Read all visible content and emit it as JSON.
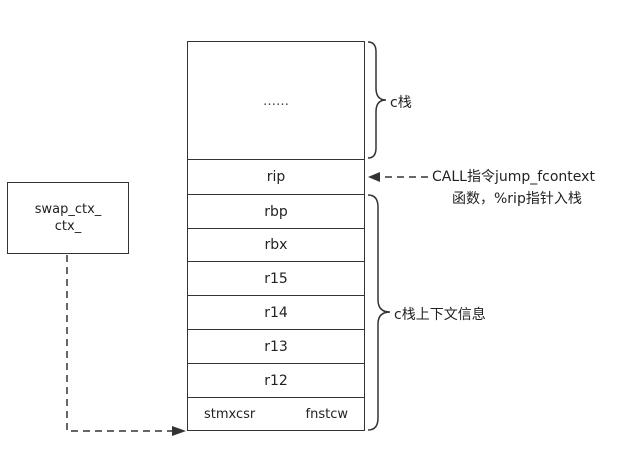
{
  "stack": {
    "top_placeholder": "……",
    "rip": "rip",
    "rbp": "rbp",
    "rbx": "rbx",
    "r15": "r15",
    "r14": "r14",
    "r13": "r13",
    "r12": "r12",
    "stmxcsr": "stmxcsr",
    "fnstcw": "fnstcw"
  },
  "context_box": {
    "line1": "swap_ctx_",
    "line2": "ctx_"
  },
  "annotations": {
    "c_stack": "c栈",
    "call_line1": "CALL指令jump_fcontext",
    "call_line2": "函数，%rip指针入栈",
    "c_stack_context": "c栈上下文信息"
  }
}
